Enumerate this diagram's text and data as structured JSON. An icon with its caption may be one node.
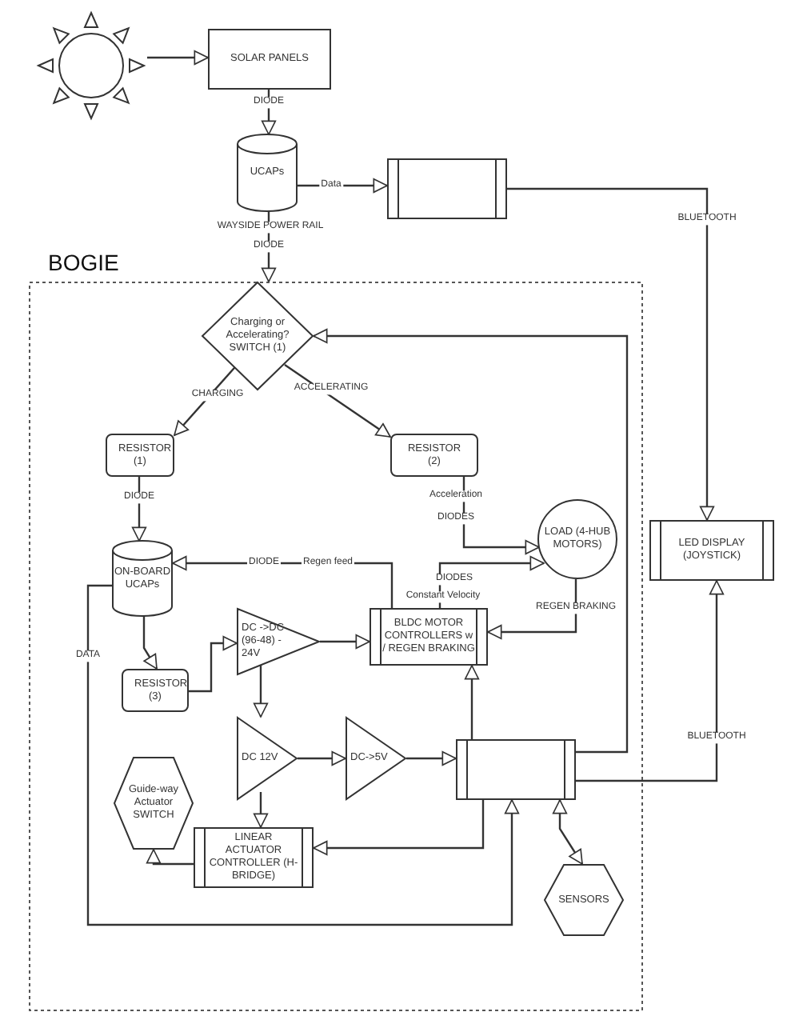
{
  "diagram": {
    "nodes": [
      {
        "text": [],
        "shape": "sun"
      },
      {
        "text": [
          "SOLAR PANELS"
        ]
      },
      {
        "text": [
          "UCAPs"
        ],
        "beside": [
          "WAYSIDE POWER RAIL"
        ]
      },
      {
        "text": [],
        "shape": "box"
      },
      {
        "text": [
          "LED DISPLAY (JOYSTICK)"
        ]
      },
      {
        "text": [
          "BOGIE"
        ]
      },
      {
        "text": [
          "Charging or Accelerating? SWITCH (1)"
        ],
        "in": 5
      },
      {
        "text": [
          "RESISTOR (1)"
        ],
        "in": 5
      },
      {
        "text": [
          "RESISTOR (2)"
        ],
        "in": 5
      },
      {
        "text": [
          "ON-BOARD UCAPs"
        ],
        "in": 5
      },
      {
        "text": [
          "LOAD (4-HUB MOTORS)"
        ],
        "in": 5
      },
      {
        "text": [
          "BLDC MOTOR CONTROLLERS w / REGEN BRAKING"
        ],
        "in": 5
      },
      {
        "text": [
          "RESISTOR (3)"
        ],
        "in": 5
      },
      {
        "text": [
          "DC ->DC (96-48) - 24V"
        ],
        "in": 5
      },
      {
        "text": [
          "DC 12V"
        ],
        "in": 5
      },
      {
        "text": [
          "DC->5V"
        ],
        "in": 5
      },
      {
        "text": [],
        "shape": "box",
        "in": 5
      },
      {
        "text": [
          "Guide-way Actuator SWITCH"
        ],
        "in": 5
      },
      {
        "text": [
          "LINEAR ACTUATOR CONTROLLER (H-BRIDGE)"
        ],
        "in": 5
      },
      {
        "text": [
          "SENSORS"
        ],
        "in": 5
      }
    ],
    "edges": [
      {
        "from": 0,
        "to": 1,
        "arrow": "to"
      },
      {
        "from": 1,
        "to": 2,
        "arrow": "to",
        "label": "DIODE"
      },
      {
        "from": 2,
        "to": 3,
        "arrow": "to",
        "label": "Data"
      },
      {
        "from": 3,
        "to": 4,
        "arrow": "to",
        "label": "BLUETOOTH"
      },
      {
        "from": 2,
        "to": 6,
        "arrow": "to",
        "label": "DIODE"
      },
      {
        "from": 6,
        "to": 7,
        "arrow": "to",
        "label": "CHARGING"
      },
      {
        "from": 6,
        "to": 8,
        "arrow": "to",
        "label": "ACCELERATING"
      },
      {
        "from": 7,
        "to": 9,
        "arrow": "to",
        "label": "DIODE"
      },
      {
        "from": 8,
        "to": 10,
        "arrow": "to",
        "label": "DIODES"
      },
      {
        "from": 11,
        "to": 10,
        "arrow": "to",
        "label": "DIODES"
      },
      {
        "from": 10,
        "to": 11,
        "arrow": "to",
        "label": "REGEN BRAKING"
      },
      {
        "from": 11,
        "to": 9,
        "arrow": "to",
        "label": "Regen feed"
      },
      {
        "from": 9,
        "to": 12,
        "arrow": "to"
      },
      {
        "from": 12,
        "to": 13,
        "arrow": "to"
      },
      {
        "from": 13,
        "to": 11,
        "arrow": "to"
      },
      {
        "from": 13,
        "to": 14,
        "arrow": "to"
      },
      {
        "from": 14,
        "to": 15,
        "arrow": "to"
      },
      {
        "from": 15,
        "to": 16,
        "arrow": "to"
      },
      {
        "from": 14,
        "to": 18,
        "arrow": "to"
      },
      {
        "from": 16,
        "to": 11,
        "arrow": "to"
      },
      {
        "from": 16,
        "to": 6,
        "arrow": "to"
      },
      {
        "from": 16,
        "to": 4,
        "arrow": "to",
        "label": "BLUETOOTH"
      },
      {
        "from": 16,
        "to": 18,
        "arrow": "to"
      },
      {
        "from": 18,
        "to": 17,
        "arrow": "to"
      },
      {
        "from": 9,
        "to": 16,
        "arrow": "to",
        "label": "DATA"
      },
      {
        "from": 16,
        "to": 19,
        "arrow": "both"
      }
    ],
    "labels": [
      "Acceleration",
      "DIODE",
      "Constant Velocity"
    ]
  }
}
